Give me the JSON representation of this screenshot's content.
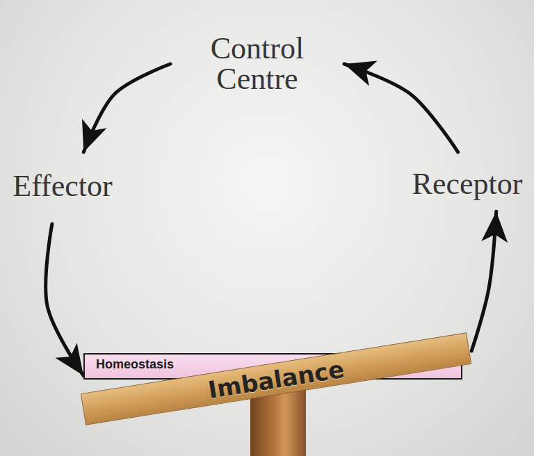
{
  "diagram": {
    "nodes": [
      {
        "text": [
          "Control Centre"
        ]
      },
      {
        "text": [
          "Effector"
        ]
      },
      {
        "text": [
          "Receptor"
        ]
      },
      {
        "text": [
          "Homeostasis"
        ]
      },
      {
        "text": [
          "Imbalance"
        ]
      }
    ],
    "edges": [
      {
        "from": 2,
        "to": 0,
        "arrow": "to"
      },
      {
        "from": 0,
        "to": 1,
        "arrow": "to"
      },
      {
        "from": 1,
        "to": 3,
        "arrow": "to"
      },
      {
        "from": 4,
        "to": 2,
        "arrow": "to"
      }
    ]
  }
}
